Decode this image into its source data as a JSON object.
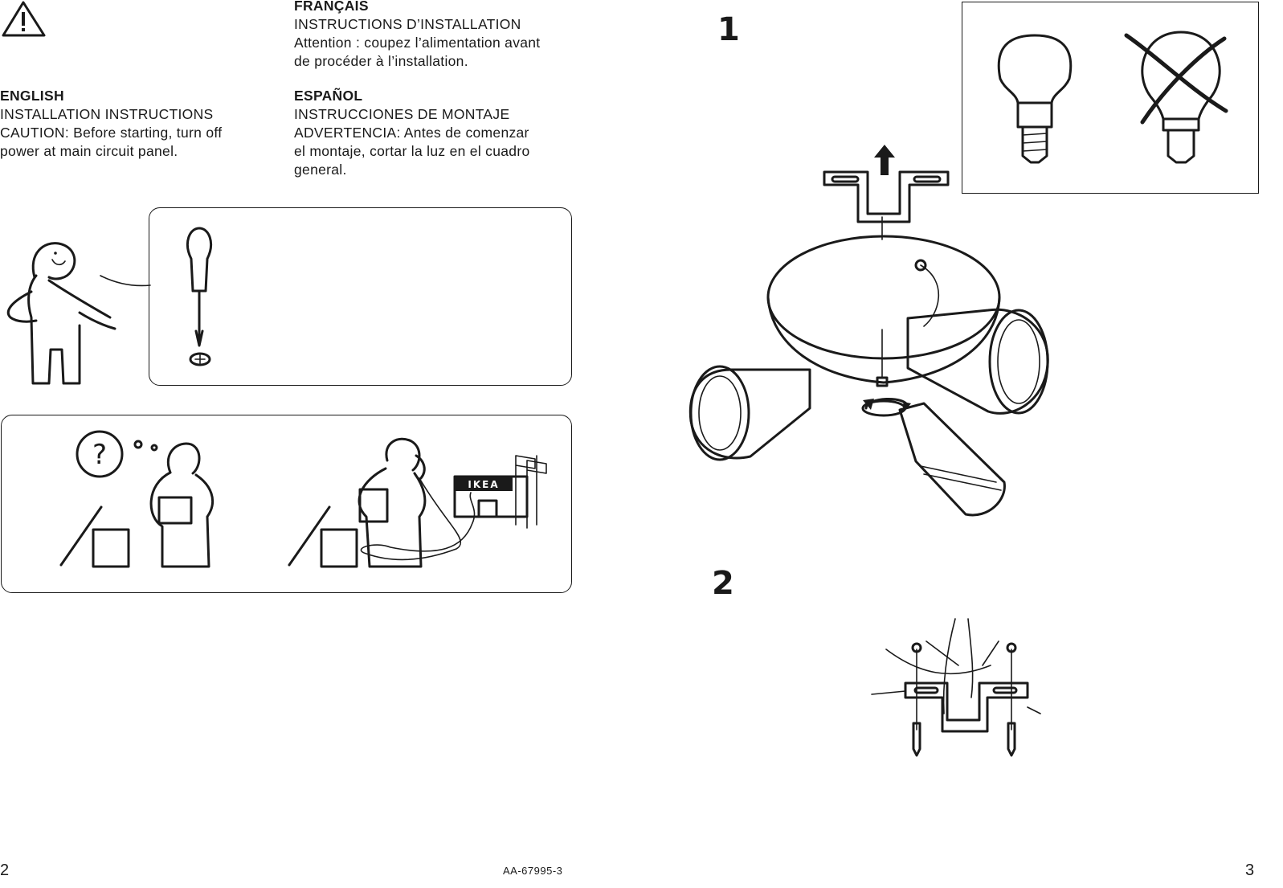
{
  "left_page": {
    "english": {
      "lang": "ENGLISH",
      "lines": [
        "INSTALLATION INSTRUCTIONS",
        "CAUTION: Before starting, turn off",
        "power at main circuit panel."
      ]
    },
    "francais": {
      "lang": "FRANÇAIS",
      "lines": [
        "INSTRUCTIONS D’INSTALLATION",
        "Attention : coupez l’alimentation avant",
        "de procéder à l’installation."
      ]
    },
    "espanol": {
      "lang": "ESPAÑOL",
      "lines": [
        "INSTRUCCIONES DE MONTAJE",
        "ADVERTENCIA: Antes de comenzar",
        "el montaje,  cortar la  luz en el cuadro",
        "general."
      ]
    },
    "store_sign": "IKEA",
    "question_mark": "?",
    "page_number": "2"
  },
  "footer": {
    "doc_number": "AA-67995-3"
  },
  "right_page": {
    "step1": "1",
    "step2": "2",
    "page_number": "3"
  },
  "icons": [
    "warning-triangle-icon",
    "screwdriver-icon",
    "screw-icon",
    "bulb-correct-icon",
    "bulb-incorrect-icon",
    "arrow-up-icon",
    "rotate-arrow-icon"
  ]
}
